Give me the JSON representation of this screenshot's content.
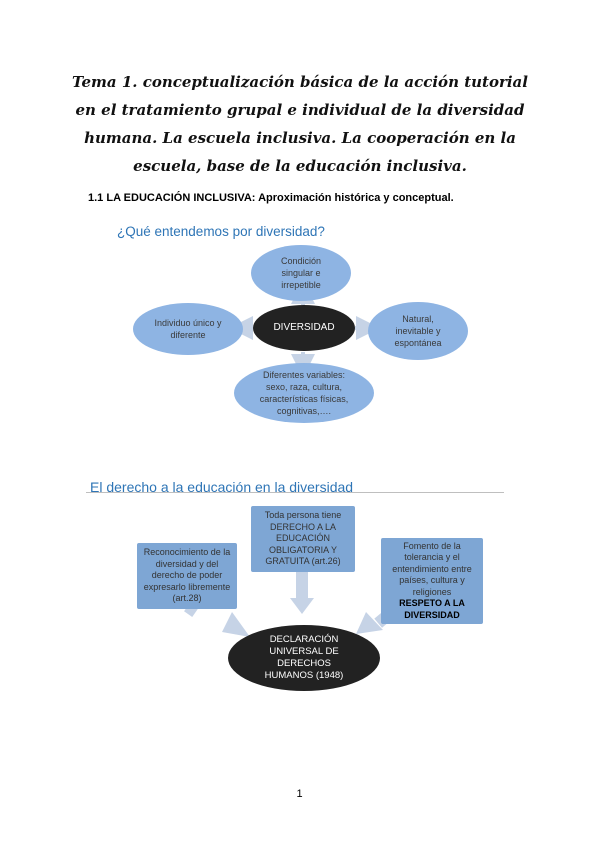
{
  "document": {
    "title": "Tema 1. conceptualización básica de la acción tutorial en el tratamiento grupal e individual de la diversidad humana. La escuela inclusiva. La cooperación en la escuela, base de la educación inclusiva.",
    "section_heading": "1.1 LA EDUCACIÓN INCLUSIVA: Aproximación histórica y conceptual.",
    "page_number": "1"
  },
  "diagram_diversity": {
    "title": "¿Qué entendemos por diversidad?",
    "center": "DIVERSIDAD",
    "top": "Condición singular e irrepetible",
    "right": "Natural, inevitable y espontánea",
    "bottom": "Diferentes variables: sexo, raza, cultura, características físicas, cognitivas,….",
    "left": "Individuo único y diferente"
  },
  "diagram_rights": {
    "title": "El derecho a la educación en la diversidad",
    "left_box": "Reconocimiento de la diversidad y del derecho de poder expresarlo libremente (art.28)",
    "center_box": "Toda persona tiene DERECHO A LA EDUCACIÓN OBLIGATORIA Y GRATUITA (art.26)",
    "right_box_text": "Fomento de la tolerancia y el entendimiento entre países, cultura y religiones",
    "right_box_bold": "RESPETO A LA DIVERSIDAD",
    "result": "DECLARACIÓN UNIVERSAL DE DERECHOS HUMANOS (1948)"
  },
  "colors": {
    "ellipse_fill": "#8eb4e3",
    "box_fill": "#7ea6d4",
    "dark_fill": "#222222",
    "arrow": "#c6d3e6",
    "title_blue": "#2e75b6"
  }
}
